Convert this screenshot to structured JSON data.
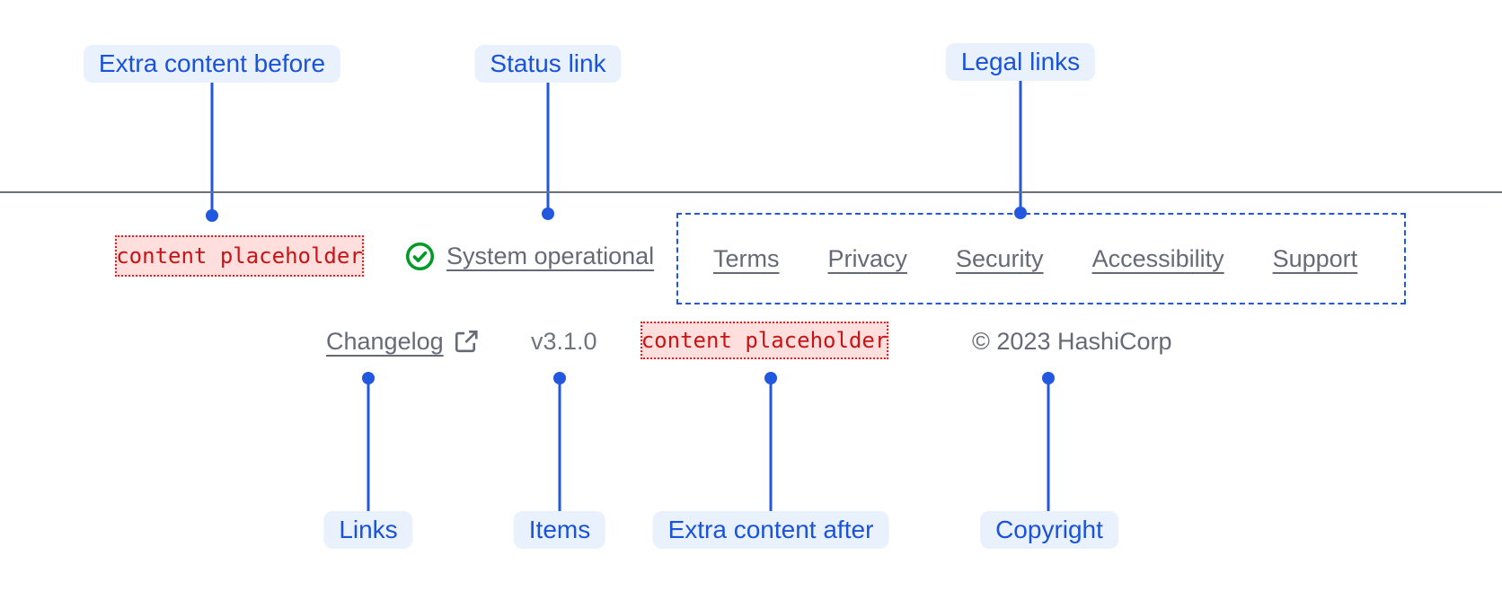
{
  "annotations": {
    "extra_content_before": "Extra content before",
    "status_link": "Status link",
    "legal_links": "Legal links",
    "links": "Links",
    "items": "Items",
    "extra_content_after": "Extra content after",
    "copyright": "Copyright"
  },
  "footer": {
    "extra_content_before": "content placeholder",
    "status": {
      "label": "System operational",
      "icon": "check-circle-icon"
    },
    "legal_links": [
      "Terms",
      "Privacy",
      "Security",
      "Accessibility",
      "Support"
    ],
    "links": [
      {
        "label": "Changelog",
        "icon": "external-link-icon"
      }
    ],
    "version": "v3.1.0",
    "extra_content_after": "content placeholder",
    "copyright": "© 2023 HashiCorp"
  },
  "colors": {
    "annotation_blue": "#2257e0",
    "annotation_label_bg": "#e9f1fd",
    "annotation_label_text": "#1a53d9",
    "link_gray": "#656a76",
    "muted_gray": "#6f747e",
    "success_green": "#009a26",
    "critical_text": "#c81414",
    "critical_border": "#ee1c1c",
    "critical_bg": "#ffdede",
    "divider_gray": "#6b7079"
  }
}
